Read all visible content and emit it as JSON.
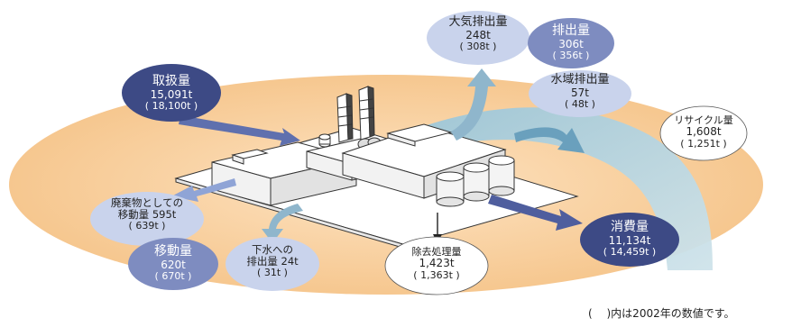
{
  "bubbles": {
    "handled": {
      "title": "取扱量",
      "value": "15,091t",
      "prev": "( 18,100t )"
    },
    "air": {
      "title": "大気排出量",
      "value": "248t",
      "prev": "( 308t )"
    },
    "emission": {
      "title": "排出量",
      "value": "306t",
      "prev": "( 356t )"
    },
    "water": {
      "title": "水域排出量",
      "value": "57t",
      "prev": "( 48t )"
    },
    "recycle": {
      "title": "リサイクル量",
      "value": "1,608t",
      "prev": "( 1,251t )"
    },
    "waste": {
      "title": "廃棄物としての",
      "title2": "移動量",
      "value": "595t",
      "prev": "( 639t )"
    },
    "transfer": {
      "title": "移動量",
      "value": "620t",
      "prev": "( 670t )"
    },
    "sewer": {
      "title": "下水への",
      "title2": "排出量",
      "value": "24t",
      "prev": "( 31t )"
    },
    "removal": {
      "title": "除去処理量",
      "value": "1,423t",
      "prev": "( 1,363t )"
    },
    "consumption": {
      "title": "消費量",
      "value": "11,134t",
      "prev": "( 14,459t )"
    }
  },
  "footnote": "(　 )内は2002年の数値です。",
  "colors": {
    "ring": "#f8d3a5",
    "dark_bubble": "#3d4a85",
    "mid_bubble": "#7e8cc0",
    "light_bubble": "#c9d3ec",
    "arrow_blue": "#5f70ae",
    "arrow_light": "#8fb6cc",
    "plant_stroke": "#333333"
  }
}
